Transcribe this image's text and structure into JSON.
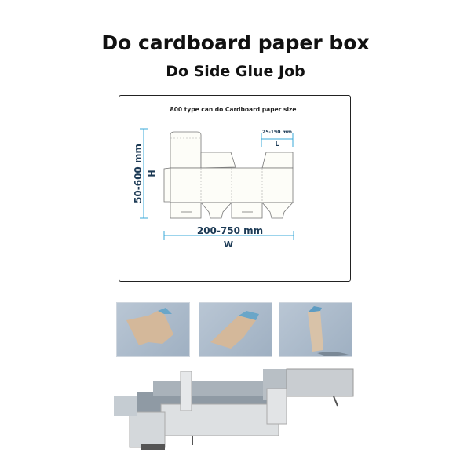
{
  "header": {
    "title": "Do cardboard paper box",
    "subtitle": "Do Side Glue Job"
  },
  "diagram": {
    "caption": "800 type  can do Cardboard paper size",
    "height_range": "50-600 mm",
    "height_label": "H",
    "width_range": "200-750 mm",
    "width_label": "W",
    "length_range": "25-190 mm",
    "length_label": "L",
    "accent_color": "#3aa8d8",
    "text_color": "#1c3a55"
  },
  "photos": [
    {
      "name": "flat-blank"
    },
    {
      "name": "folded-blank"
    },
    {
      "name": "glued-box"
    }
  ],
  "machine": {
    "name": "folder-gluer-machine"
  }
}
